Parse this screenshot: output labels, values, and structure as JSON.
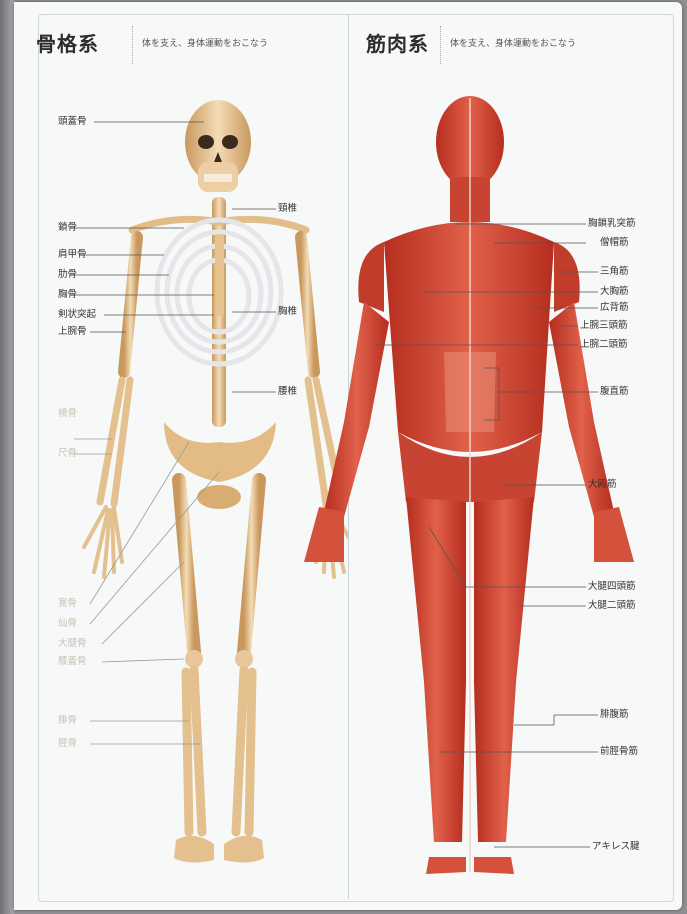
{
  "skeleton": {
    "title": "骨格系",
    "subtitle": "体を支え、身体運動をおこなう",
    "labels_left": [
      {
        "text": "頭蓋骨",
        "light": false
      },
      {
        "text": "鎖骨",
        "light": false
      },
      {
        "text": "肩甲骨",
        "light": false
      },
      {
        "text": "肋骨",
        "light": false
      },
      {
        "text": "胸骨",
        "light": false
      },
      {
        "text": "剣状突起",
        "light": false
      },
      {
        "text": "上腕骨",
        "light": false
      },
      {
        "text": "橈骨",
        "light": true
      },
      {
        "text": "尺骨",
        "light": true
      },
      {
        "text": "寛骨",
        "light": true
      },
      {
        "text": "仙骨",
        "light": true
      },
      {
        "text": "大腿骨",
        "light": true
      },
      {
        "text": "膝蓋骨",
        "light": true
      },
      {
        "text": "腓骨",
        "light": true
      },
      {
        "text": "脛骨",
        "light": true
      }
    ],
    "labels_right": [
      {
        "text": "頸椎"
      },
      {
        "text": "胸椎"
      },
      {
        "text": "腰椎"
      }
    ]
  },
  "muscle": {
    "title": "筋肉系",
    "subtitle": "体を支え、身体運動をおこなう",
    "labels_right": [
      {
        "text": "胸鎖乳突筋"
      },
      {
        "text": "僧帽筋"
      },
      {
        "text": "三角筋"
      },
      {
        "text": "大胸筋"
      },
      {
        "text": "広背筋"
      },
      {
        "text": "上腕三頭筋"
      },
      {
        "text": "上腕二頭筋"
      },
      {
        "text": "腹直筋"
      },
      {
        "text": "大殿筋"
      },
      {
        "text": "大腿四頭筋"
      },
      {
        "text": "大腿二頭筋"
      },
      {
        "text": "腓腹筋"
      },
      {
        "text": "前脛骨筋"
      },
      {
        "text": "アキレス腱"
      }
    ]
  },
  "colors": {
    "bone": "#e8c89a",
    "bone_shade": "#c9985e",
    "muscle": "#d0402e",
    "muscle_light": "#e98a74",
    "page": "#f7f8f8"
  }
}
